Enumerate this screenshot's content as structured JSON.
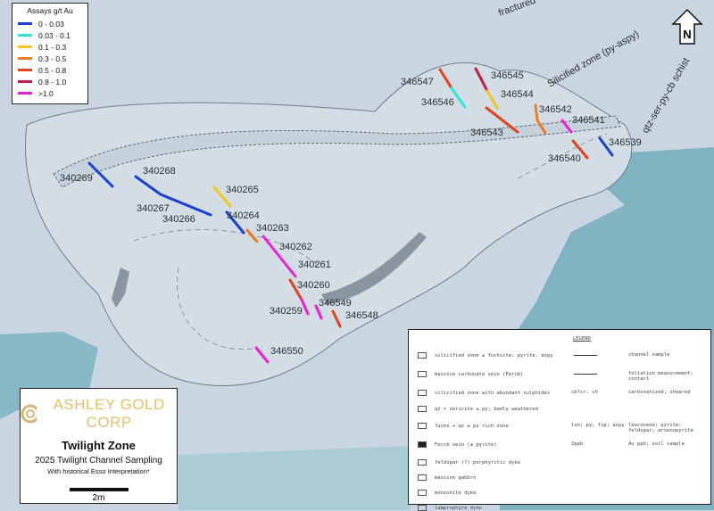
{
  "assay_legend": {
    "title": "Assays g/t Au",
    "items": [
      {
        "label": "0 - 0.03",
        "color": "#1a3fd6"
      },
      {
        "label": "0.03 - 0.1",
        "color": "#2ee6d6"
      },
      {
        "label": "0.1 - 0.3",
        "color": "#f2c51a"
      },
      {
        "label": "0.3 - 0.5",
        "color": "#f07a1e"
      },
      {
        "label": "0.5 - 0.8",
        "color": "#e8401c"
      },
      {
        "label": "0.8 - 1.0",
        "color": "#c0204a"
      },
      {
        "label": ">1.0",
        "color": "#f01ed2"
      }
    ]
  },
  "north_label": "N",
  "title_box": {
    "company": "ASHLEY GOLD CORP",
    "title": "Twilight Zone",
    "subtitle": "2025 Twilight Channel Sampling",
    "note": "With historical Esso Interpretation*",
    "scale": "2m"
  },
  "samples": [
    {
      "id": "340269"
    },
    {
      "id": "340268"
    },
    {
      "id": "340267"
    },
    {
      "id": "340266"
    },
    {
      "id": "340265"
    },
    {
      "id": "340264"
    },
    {
      "id": "340263"
    },
    {
      "id": "340262"
    },
    {
      "id": "340261"
    },
    {
      "id": "340260"
    },
    {
      "id": "340259"
    },
    {
      "id": "346549"
    },
    {
      "id": "346548"
    },
    {
      "id": "346550"
    },
    {
      "id": "346547"
    },
    {
      "id": "346546"
    },
    {
      "id": "346545"
    },
    {
      "id": "346544"
    },
    {
      "id": "346543"
    },
    {
      "id": "346542"
    },
    {
      "id": "346541"
    },
    {
      "id": "346540"
    },
    {
      "id": "346539"
    }
  ],
  "map_annotations": {
    "silicified_zone": "Silicified zone (py-aspy)",
    "schist": "qtz-ser-py-cb schist",
    "fractured": "fractured"
  },
  "geo_legend": {
    "title": "LEGEND",
    "left_items": [
      "silicified zone ± fuchsite, pyrite, aspy",
      "massive carbonate vein (Fercb)",
      "silicified zone with abundant sulphides",
      "qz + sericite ± py; badly weathered",
      "fuchs + qz ± py rich zone",
      "Fercb vein (± pyrite)",
      "feldspar (?) porphyritic dyke",
      "massive gabbro",
      "monzonite dyke",
      "lamprophyre dyke"
    ],
    "right_symbols": [
      "",
      "",
      "cb?sr; sh",
      "",
      "lxn; py; fsp; aspy",
      "2ppb"
    ],
    "right_items": [
      "channel sample",
      "foliation measurement; contact",
      "carbonatized; sheared",
      "",
      "leucoxene; pyrite; feldspar; arsenopyrite",
      "Au ppb; soil sample"
    ]
  }
}
